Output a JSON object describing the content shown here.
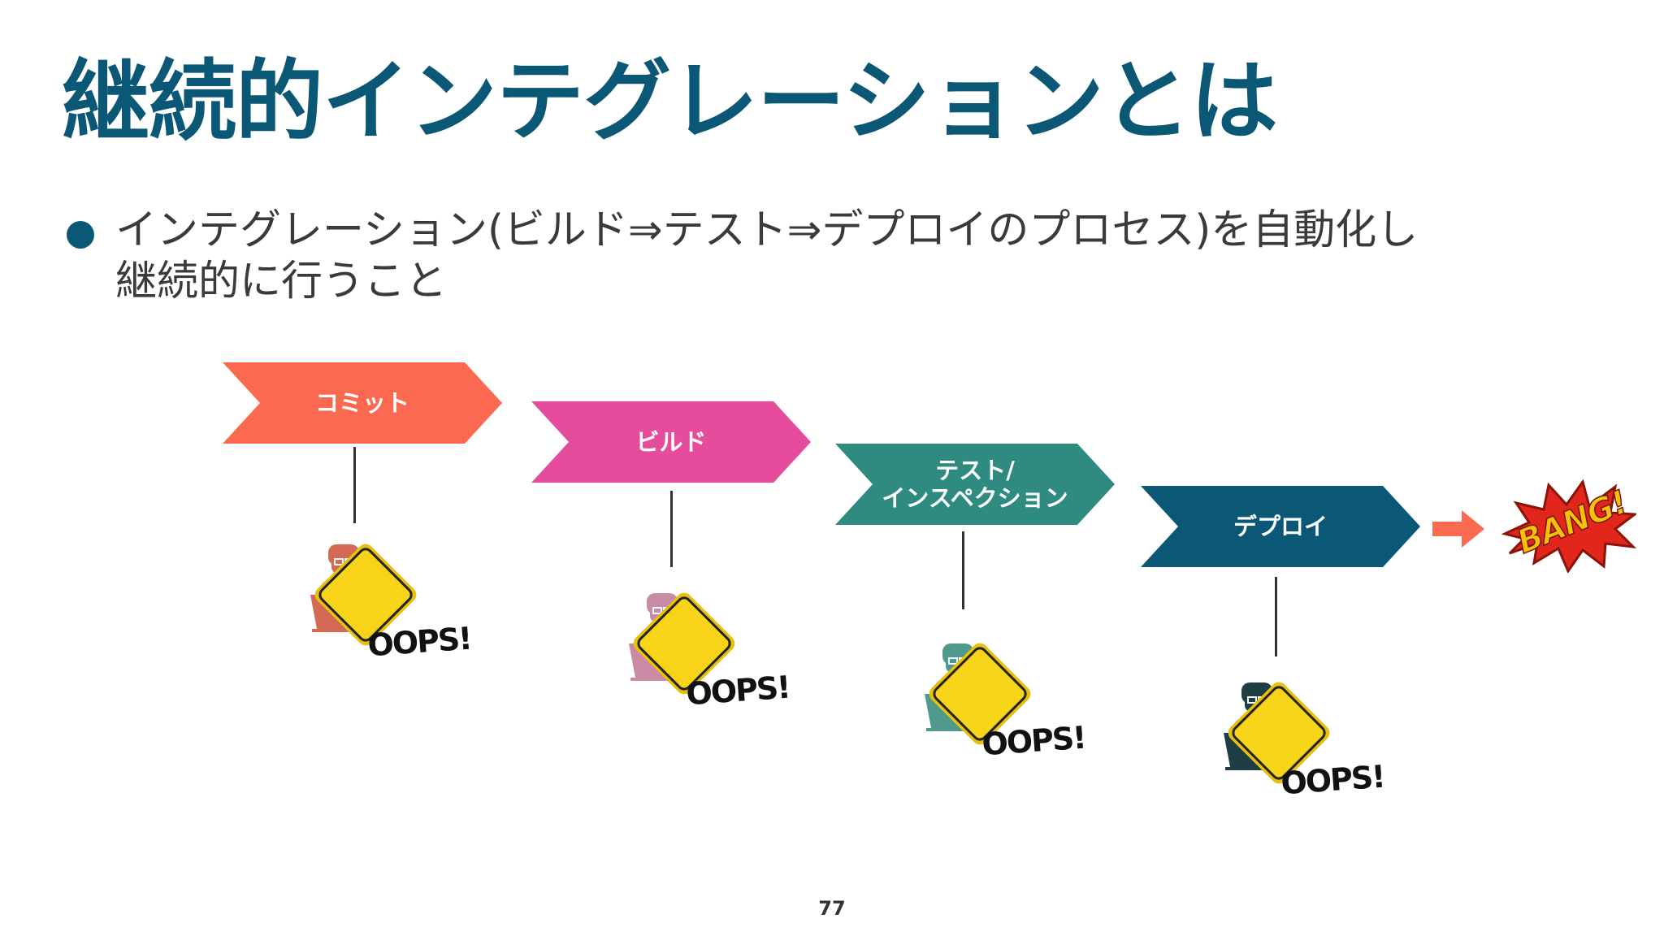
{
  "title": "継続的インテグレーションとは",
  "bullet": {
    "line1": "インテグレーション(ビルド⇒テスト⇒デプロイのプロセス)を自動化し",
    "line2": "継続的に行うこと"
  },
  "stages": [
    {
      "label": "コミット",
      "color": "#fb6a50",
      "worker_color": "#d46a55"
    },
    {
      "label": "ビルド",
      "color": "#e54d9c",
      "worker_color": "#c98aa5"
    },
    {
      "label": "テスト/\nインスペクション",
      "color": "#2f8b7f",
      "worker_color": "#4f9a8a"
    },
    {
      "label": "デプロイ",
      "color": "#0b5876",
      "worker_color": "#1e3e44"
    }
  ],
  "oops_label": "OOPS!",
  "bang_label": "BANG!",
  "colors": {
    "title": "#0b5876",
    "arrow": "#fb6a50",
    "sign_yellow": "#f7d417"
  },
  "icons": [
    "bullet-dot-icon",
    "developer-icon",
    "oops-warning-icon",
    "right-arrow-icon",
    "bang-burst-icon"
  ],
  "page_number": "77"
}
